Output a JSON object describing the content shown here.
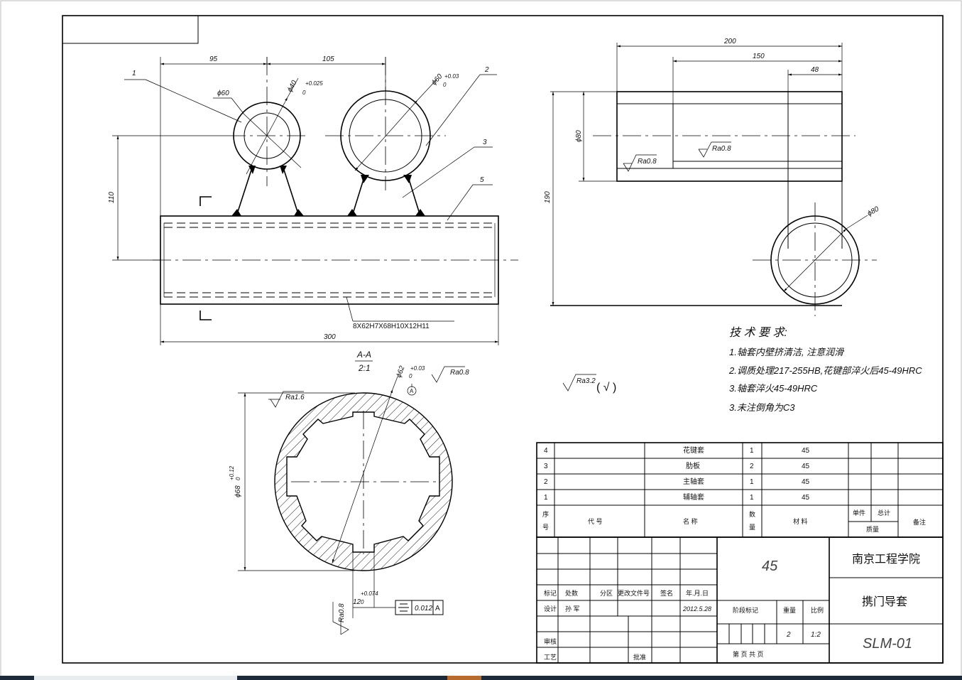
{
  "dims": {
    "d95": "95",
    "d105": "105",
    "d110": "110",
    "d300": "300",
    "phi60": "ϕ60",
    "phi40": "ϕ40",
    "phi40_tol": "+0.025",
    "phi40_tol_low": "0",
    "phi60b": "ϕ60",
    "phi60b_tol": "+0.03",
    "phi60b_tol_low": "0",
    "spline": "8X62H7X68H10X12H11",
    "d200": "200",
    "d150": "150",
    "d48": "48",
    "phi80v": "ϕ80",
    "d190": "190",
    "phi80c": "ϕ80",
    "ra08a": "Ra0.8",
    "ra08b": "Ra0.8",
    "section": "A-A",
    "scale": "2:1",
    "phi62": "ϕ62",
    "phi62_tol": "+0.03",
    "phi62_tol_low": "0",
    "ra08c": "Ra0.8",
    "datum": "A",
    "ra16": "Ra1.6",
    "phi68": "ϕ68",
    "phi68_tol": "+0.12",
    "phi68_tol_low": "0",
    "w12": "12",
    "w12_tol": "+0.074",
    "w12_tol_low": "0",
    "sym_val": "0.012",
    "sym_ref": "A",
    "ra08d": "Ra0.8",
    "ra32": "Ra3.2",
    "ra32_paren": "( √ )"
  },
  "leaders": [
    "1",
    "2",
    "3",
    "5"
  ],
  "tech_requirements": {
    "title": "技 术 要 求:",
    "items": [
      "1.轴套内壁挤清洁, 注意润滑",
      "2.调质处理217-255HB,花键部淬火后45-49HRC",
      "3.轴套淬火45-49HRC",
      "3.未注倒角为C3"
    ]
  },
  "bom": [
    {
      "no": "4",
      "name": "花键套",
      "qty": "1",
      "material": "45"
    },
    {
      "no": "3",
      "name": "肋板",
      "qty": "2",
      "material": "45"
    },
    {
      "no": "2",
      "name": "主轴套",
      "qty": "1",
      "material": "45"
    },
    {
      "no": "1",
      "name": "辅轴套",
      "qty": "1",
      "material": "45"
    }
  ],
  "bom_header": {
    "no1": "序",
    "no2": "号",
    "code": "代    号",
    "name": "名    称",
    "qty1": "数",
    "qty2": "量",
    "material": "材    料",
    "unit": "单件",
    "total": "总计",
    "mass": "质量",
    "remark": "备注"
  },
  "title_block": {
    "material": "45",
    "school": "南京工程学院",
    "part_name": "携门导套",
    "drawing_no": "SLM-01",
    "mark": "标记",
    "count": "处数",
    "zone": "分区",
    "change_doc": "更改文件号",
    "sign": "签名",
    "date_label": "年.月.日",
    "design": "设计",
    "designer": "孙 军",
    "date": "2012.5.28",
    "stage_mark": "阶段标记",
    "weight": "重量",
    "ratio_label": "比例",
    "weight_val": "2",
    "ratio": "1:2",
    "review": "审核",
    "process": "工艺",
    "approve": "批准",
    "sheets": "第    页    共    页"
  }
}
